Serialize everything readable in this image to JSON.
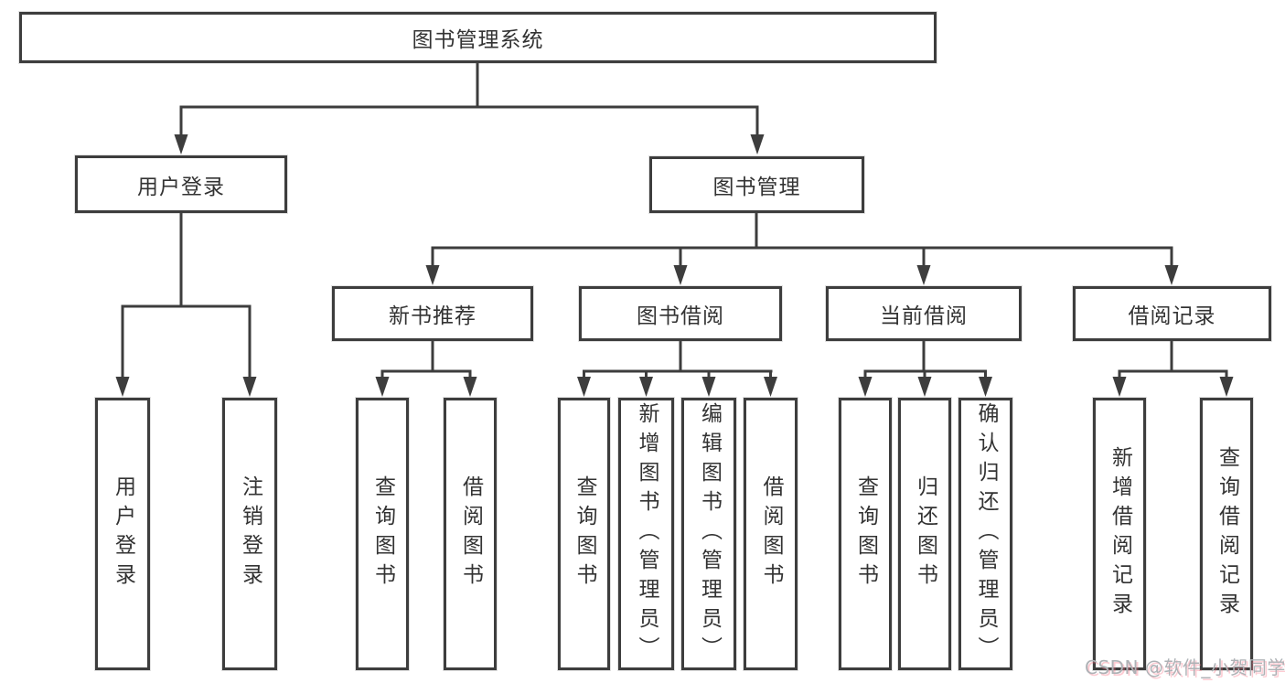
{
  "nodes": {
    "root": "图书管理系统",
    "level2": {
      "user_login": "用户登录",
      "book_management": "图书管理"
    },
    "level3": {
      "new_book_rec": "新书推荐",
      "book_borrow": "图书借阅",
      "current_borrow": "当前借阅",
      "borrow_records": "借阅记录"
    },
    "leaves": {
      "user_login_leaf": "用户登录",
      "logout": "注销登录",
      "rec_query_books": "查询图书",
      "rec_borrow_books": "借阅图书",
      "bb_query_books": "查询图书",
      "bb_add_books": "新增图书（管理员）",
      "bb_edit_books": "编辑图书（管理员）",
      "bb_borrow_books": "借阅图书",
      "cb_query_books": "查询图书",
      "cb_return_books": "归还图书",
      "cb_confirm_return": "确认归还（管理员）",
      "br_add_record": "新增借阅记录",
      "br_query_record": "查询借阅记录"
    }
  },
  "watermark": "CSDN @软件_小贺同学",
  "colors": {
    "line": "#3d3d3d",
    "text": "#333333",
    "watermark": "#aeb2b6"
  }
}
